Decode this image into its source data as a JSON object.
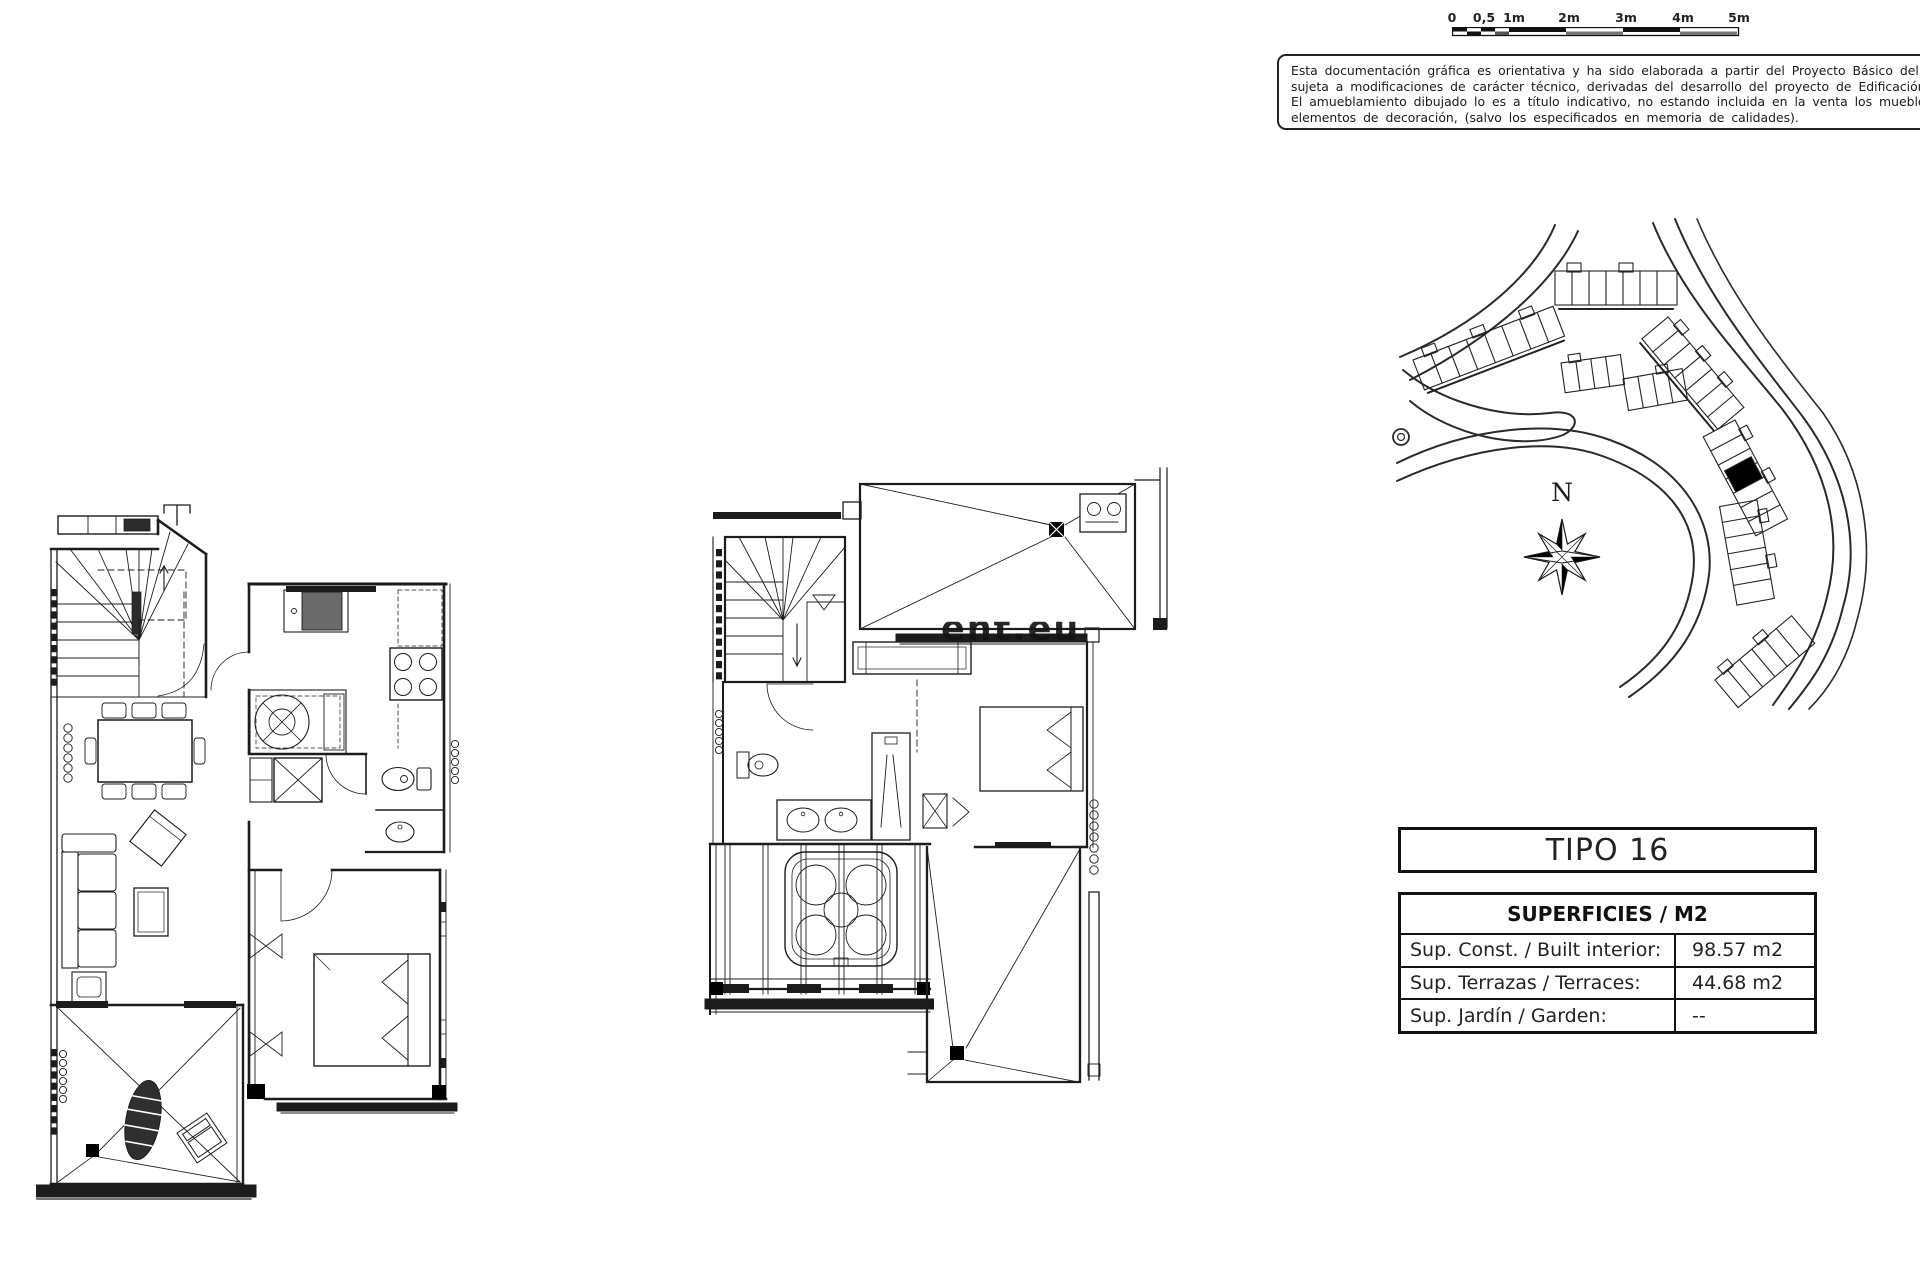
{
  "scale_bar": {
    "labels": [
      "0",
      "0,5",
      "1m",
      "2m",
      "3m",
      "4m",
      "5m"
    ]
  },
  "disclaimer": {
    "lines": [
      "Esta documentación gráfica es orientativa y ha sido elaborada a partir del Proyecto Básico del Edificio,",
      "sujeta a modificaciones de carácter técnico, derivadas del desarrollo del proyecto de Edificación y su ej",
      "El amueblamiento dibujado lo es a título indicativo, no estando incluida en la venta los muebles, electro",
      "elementos de decoración, (salvo los especificados en memoria de calidades)."
    ]
  },
  "site_plan": {
    "north_label": "N"
  },
  "unit": {
    "title": "TIPO 16"
  },
  "surfaces": {
    "header": "SUPERFICIES / M2",
    "rows": [
      {
        "label": "Sup. Const. / Built interior:",
        "value": "98.57 m2"
      },
      {
        "label": "Sup. Terrazas / Terraces:",
        "value": "44.68 m2"
      },
      {
        "label": "Sup. Jardín / Garden:",
        "value": "--"
      }
    ]
  },
  "watermark": {
    "fragment": "ent.eu"
  }
}
